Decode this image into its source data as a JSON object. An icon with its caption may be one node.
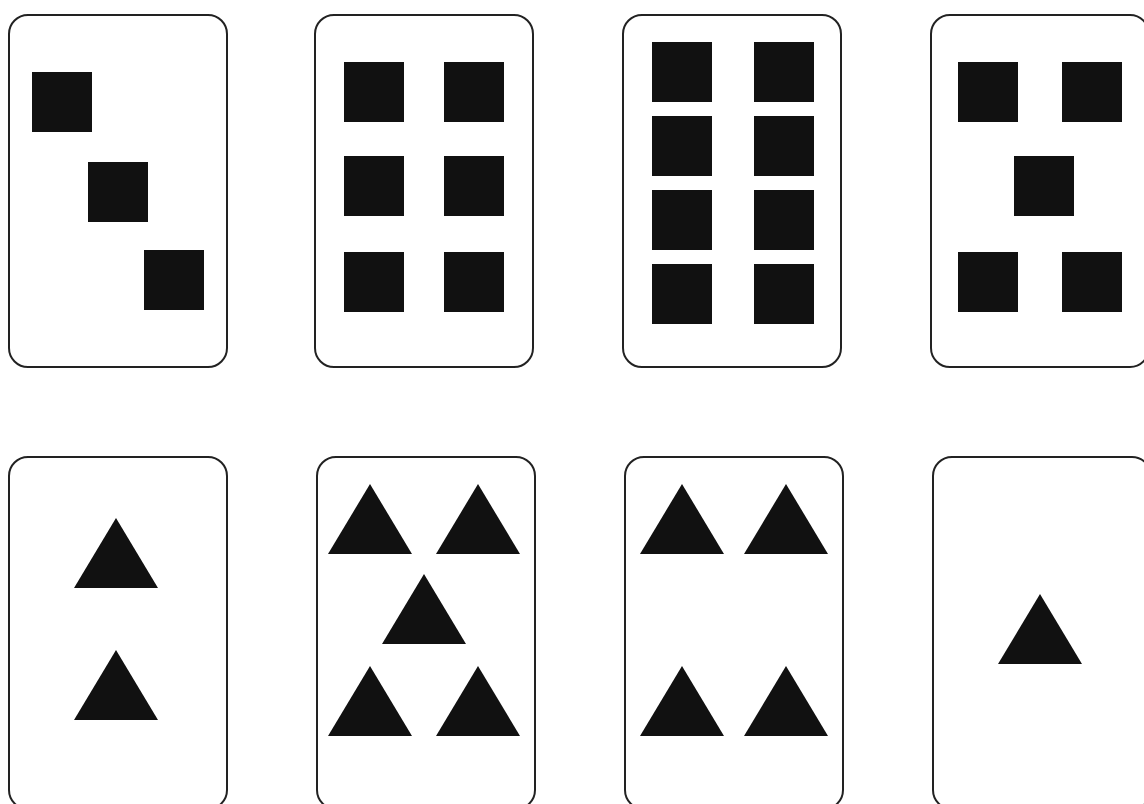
{
  "diagram": {
    "nodes": [
      {
        "text": [],
        "shape": "card"
      },
      {
        "text": [],
        "shape": "square",
        "in": 0
      },
      {
        "text": [],
        "shape": "square",
        "in": 0
      },
      {
        "text": [],
        "shape": "square",
        "in": 0
      },
      {
        "text": [],
        "shape": "card"
      },
      {
        "text": [],
        "shape": "square",
        "in": 4
      },
      {
        "text": [],
        "shape": "square",
        "in": 4
      },
      {
        "text": [],
        "shape": "square",
        "in": 4
      },
      {
        "text": [],
        "shape": "square",
        "in": 4
      },
      {
        "text": [],
        "shape": "square",
        "in": 4
      },
      {
        "text": [],
        "shape": "square",
        "in": 4
      },
      {
        "text": [],
        "shape": "card"
      },
      {
        "text": [],
        "shape": "square",
        "in": 11
      },
      {
        "text": [],
        "shape": "square",
        "in": 11
      },
      {
        "text": [],
        "shape": "square",
        "in": 11
      },
      {
        "text": [],
        "shape": "square",
        "in": 11
      },
      {
        "text": [],
        "shape": "square",
        "in": 11
      },
      {
        "text": [],
        "shape": "square",
        "in": 11
      },
      {
        "text": [],
        "shape": "square",
        "in": 11
      },
      {
        "text": [],
        "shape": "square",
        "in": 11
      },
      {
        "text": [],
        "shape": "card"
      },
      {
        "text": [],
        "shape": "square",
        "in": 20
      },
      {
        "text": [],
        "shape": "square",
        "in": 20
      },
      {
        "text": [],
        "shape": "square",
        "in": 20
      },
      {
        "text": [],
        "shape": "square",
        "in": 20
      },
      {
        "text": [],
        "shape": "square",
        "in": 20
      },
      {
        "text": [],
        "shape": "card"
      },
      {
        "text": [],
        "shape": "triangle",
        "in": 26
      },
      {
        "text": [],
        "shape": "triangle",
        "in": 26
      },
      {
        "text": [],
        "shape": "card"
      },
      {
        "text": [],
        "shape": "triangle",
        "in": 29
      },
      {
        "text": [],
        "shape": "triangle",
        "in": 29
      },
      {
        "text": [],
        "shape": "triangle",
        "in": 29
      },
      {
        "text": [],
        "shape": "triangle",
        "in": 29
      },
      {
        "text": [],
        "shape": "triangle",
        "in": 29
      },
      {
        "text": [],
        "shape": "card"
      },
      {
        "text": [],
        "shape": "triangle",
        "in": 35
      },
      {
        "text": [],
        "shape": "triangle",
        "in": 35
      },
      {
        "text": [],
        "shape": "triangle",
        "in": 35
      },
      {
        "text": [],
        "shape": "triangle",
        "in": 35
      },
      {
        "text": [],
        "shape": "card"
      },
      {
        "text": [],
        "shape": "triangle",
        "in": 40
      }
    ]
  }
}
